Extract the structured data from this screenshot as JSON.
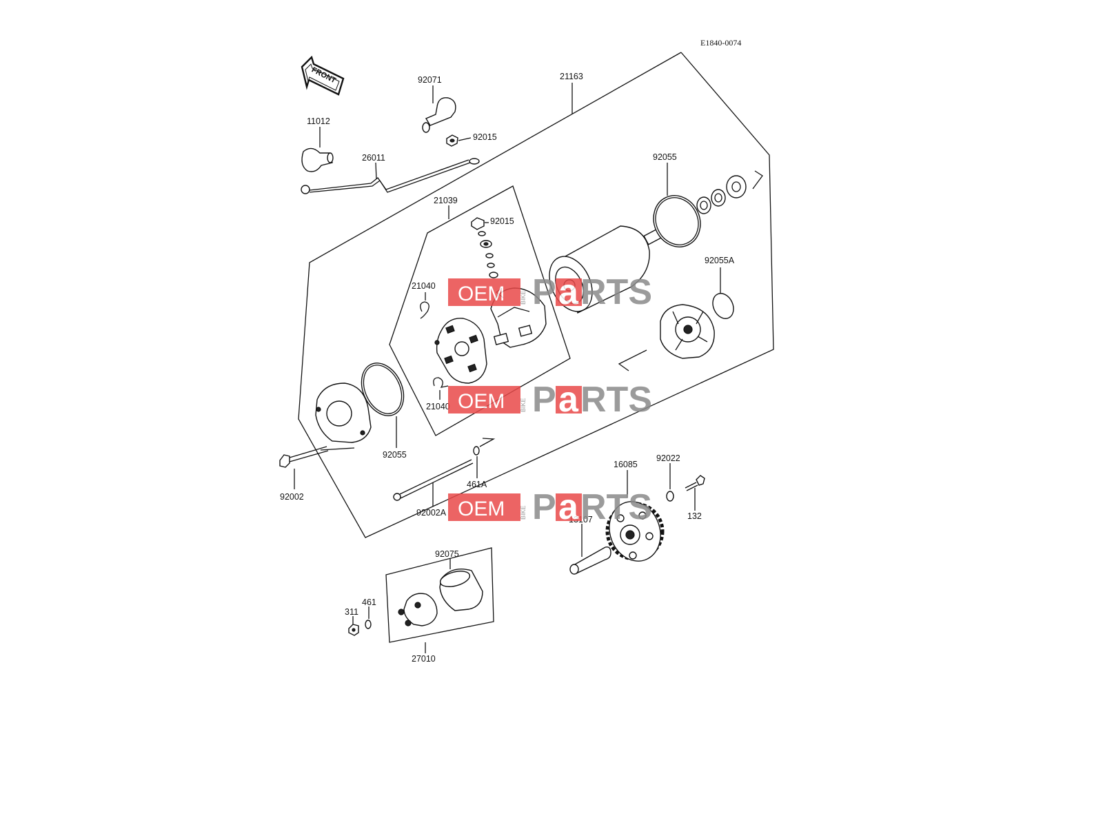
{
  "diagram_code": "E1840-0074",
  "front_marker": "FRONT",
  "watermark": {
    "oem": "OEM",
    "bike": "BIKE",
    "parts_p": "P",
    "parts_a": "a",
    "parts_rts": "RTS",
    "color_red": "#e94a4a",
    "color_gray": "#8a8a8a"
  },
  "callouts": {
    "p21163": "21163",
    "p92071": "92071",
    "p92015_top": "92015",
    "p11012": "11012",
    "p26011": "26011",
    "p21039": "21039",
    "p92015_mid": "92015",
    "p92055_top": "92055",
    "p92055A": "92055A",
    "p21040_upper": "21040",
    "p21040_lower": "21040",
    "p92055_left": "92055",
    "p92002": "92002",
    "p461A": "461A",
    "p92002A": "92002A",
    "p16085": "16085",
    "p92022": "92022",
    "p132": "132",
    "p13107": "13107",
    "p92075": "92075",
    "p461": "461",
    "p311": "311",
    "p27010": "27010"
  }
}
